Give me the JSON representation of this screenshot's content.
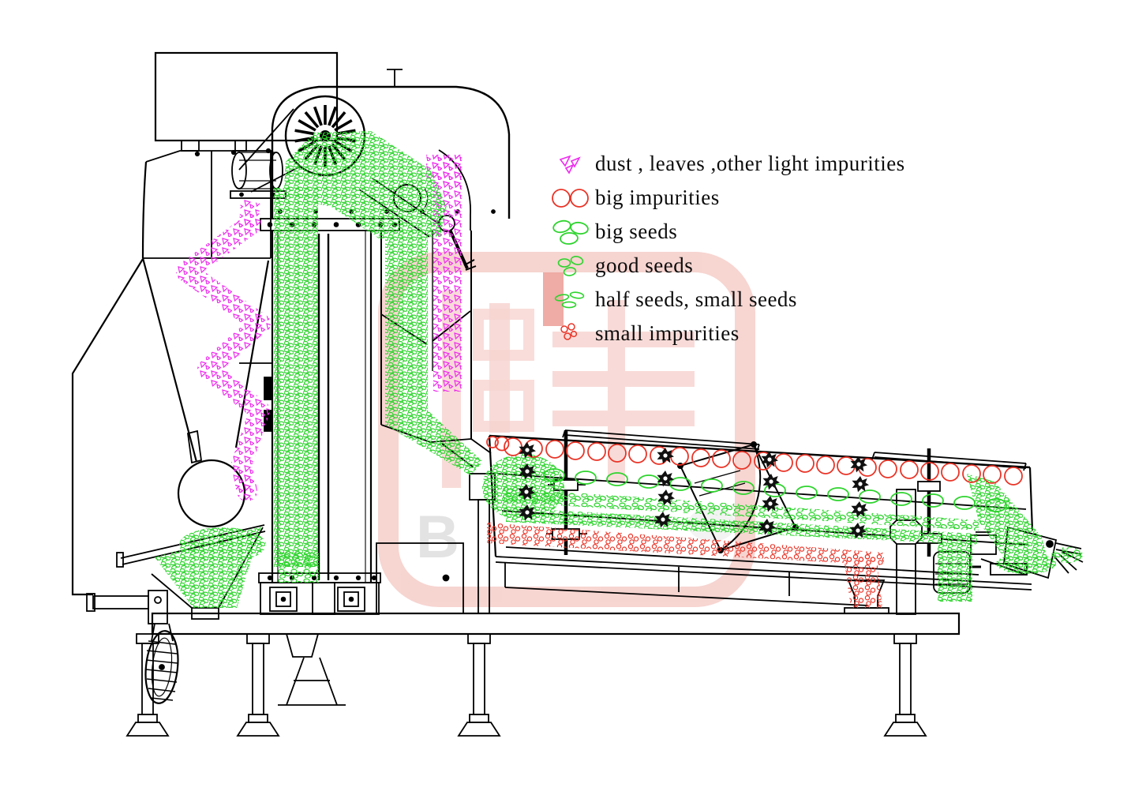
{
  "legend": {
    "items": [
      {
        "id": "dust",
        "label": "dust , leaves ,other light impurities"
      },
      {
        "id": "big-impurities",
        "label": "big impurities"
      },
      {
        "id": "big-seeds",
        "label": "big seeds"
      },
      {
        "id": "good-seeds",
        "label": "good seeds"
      },
      {
        "id": "half-seeds",
        "label": "half seeds, small seeds"
      },
      {
        "id": "small-impurities",
        "label": "small impurities"
      }
    ]
  },
  "watermark": {
    "letter": "B"
  },
  "colors": {
    "seed-green": "#2dd42d",
    "dust-magenta": "#ee2bee",
    "impurity-red": "#ea3427",
    "line": "#000000",
    "watermark-pink": "#f0b2ab",
    "watermark-accent": "#e0564a",
    "watermark-gray": "#c4c4c4"
  }
}
